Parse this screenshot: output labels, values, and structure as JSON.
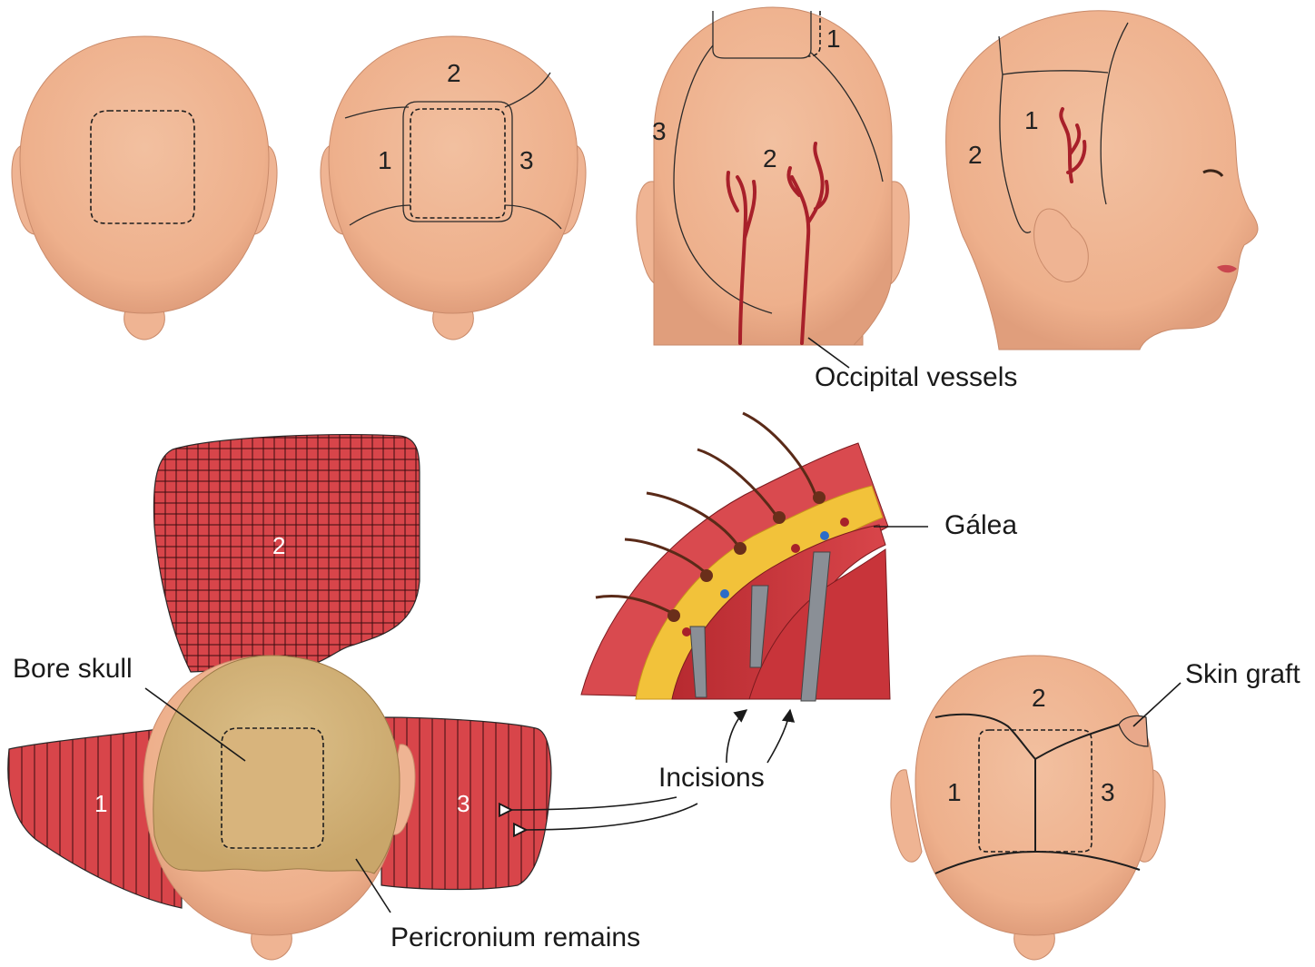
{
  "labels": {
    "occipital_vessels": "Occipital vessels",
    "galea": "Gálea",
    "bore_skull": "Bore skull",
    "skin_graft": "Skin graft",
    "incisions": "Incisions",
    "pericranium": "Pericronium remains"
  },
  "numbers": {
    "one": "1",
    "two": "2",
    "three": "3"
  },
  "colors": {
    "skin": "#f0b896",
    "flap": "#d8454a",
    "bone": "#d4b47c",
    "vessel": "#a8202a",
    "fat": "#f2c23a"
  }
}
